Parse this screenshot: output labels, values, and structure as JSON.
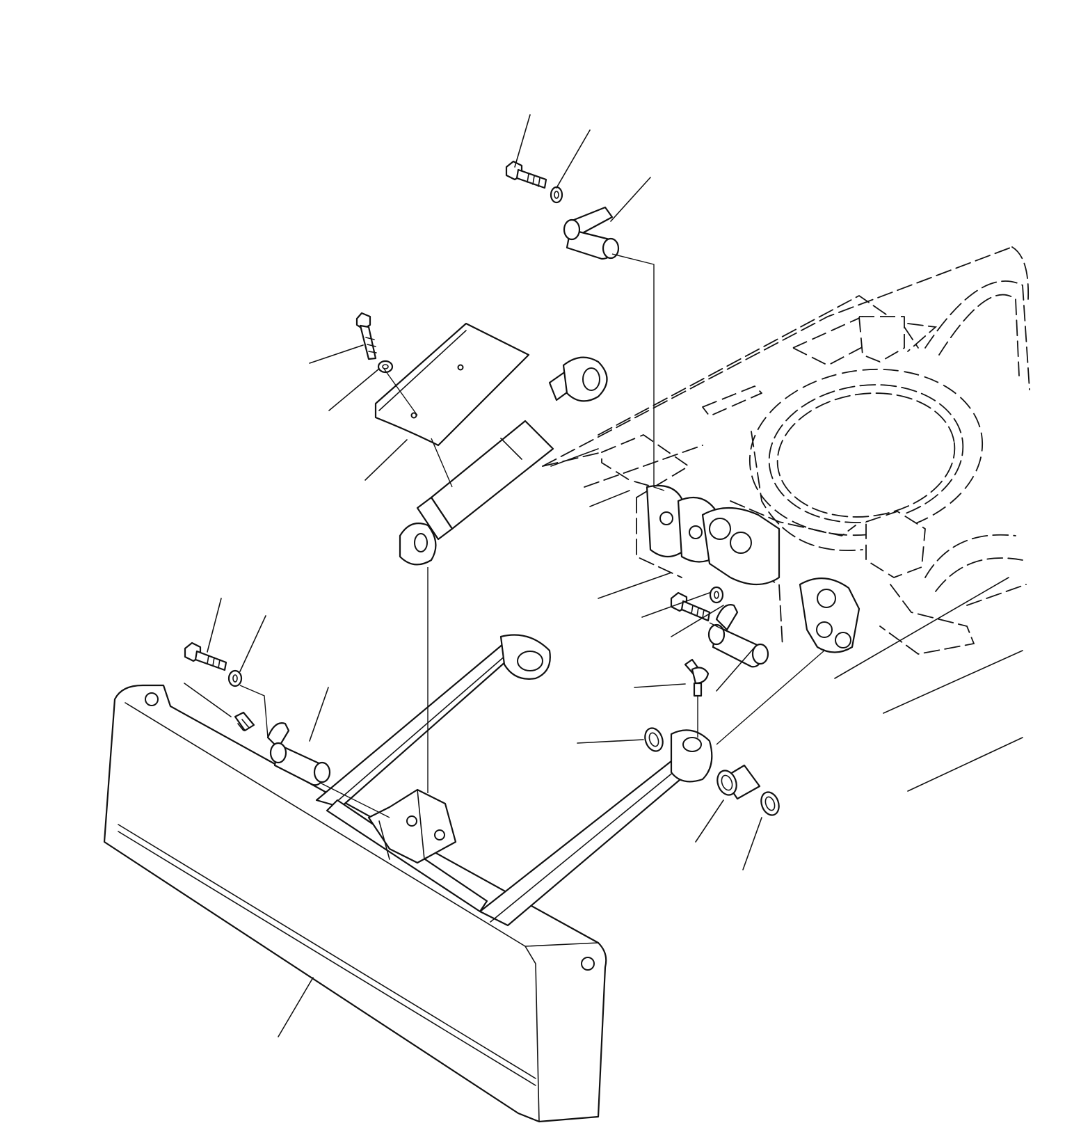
{
  "diagram": {
    "kind": "exploded parts drawing",
    "parts": [
      {
        "id": "blade",
        "icon": "dozer-blade-icon"
      },
      {
        "id": "blade-arm-left",
        "icon": "arm-icon"
      },
      {
        "id": "blade-arm-right",
        "icon": "arm-icon"
      },
      {
        "id": "bracket",
        "icon": "bracket-icon"
      },
      {
        "id": "cylinder",
        "icon": "hydraulic-cylinder-icon"
      },
      {
        "id": "cylinder-guard",
        "icon": "guard-plate-icon"
      },
      {
        "id": "upper-pin",
        "icon": "pin-icon"
      },
      {
        "id": "lower-left-pin",
        "icon": "pin-icon"
      },
      {
        "id": "pivot-pin",
        "icon": "pin-icon"
      },
      {
        "id": "bolts",
        "icon": "bolt-icon"
      },
      {
        "id": "washers",
        "icon": "washer-icon"
      },
      {
        "id": "grease-fittings",
        "icon": "grease-nipple-icon"
      },
      {
        "id": "bushing",
        "icon": "bushing-icon"
      },
      {
        "id": "seals",
        "icon": "seal-icon"
      },
      {
        "id": "frame",
        "icon": "track-frame-icon"
      }
    ]
  }
}
